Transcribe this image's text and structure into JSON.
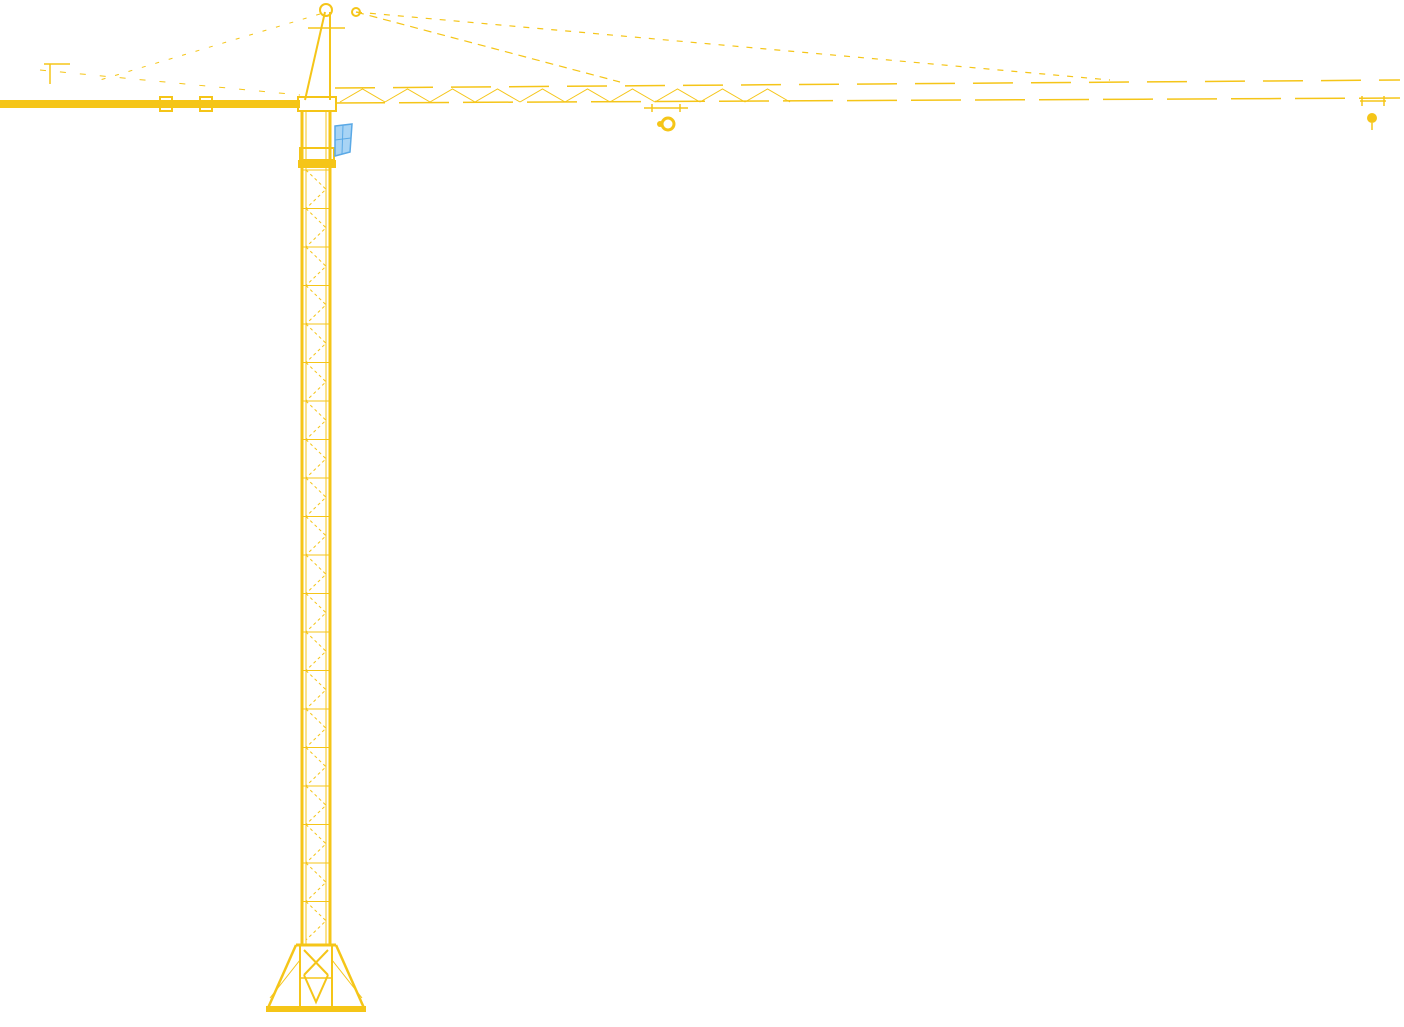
{
  "drawing": {
    "subject": "tower-crane-elevation",
    "colors": {
      "structure": "#F5C518",
      "background": "#FFFFFF",
      "cab_glass": "#A8D4F5",
      "cab_frame": "#5AA9E6"
    },
    "mast": {
      "section_count": 20
    },
    "jib": {
      "segment_count": 10,
      "trolley_count": 2
    }
  }
}
